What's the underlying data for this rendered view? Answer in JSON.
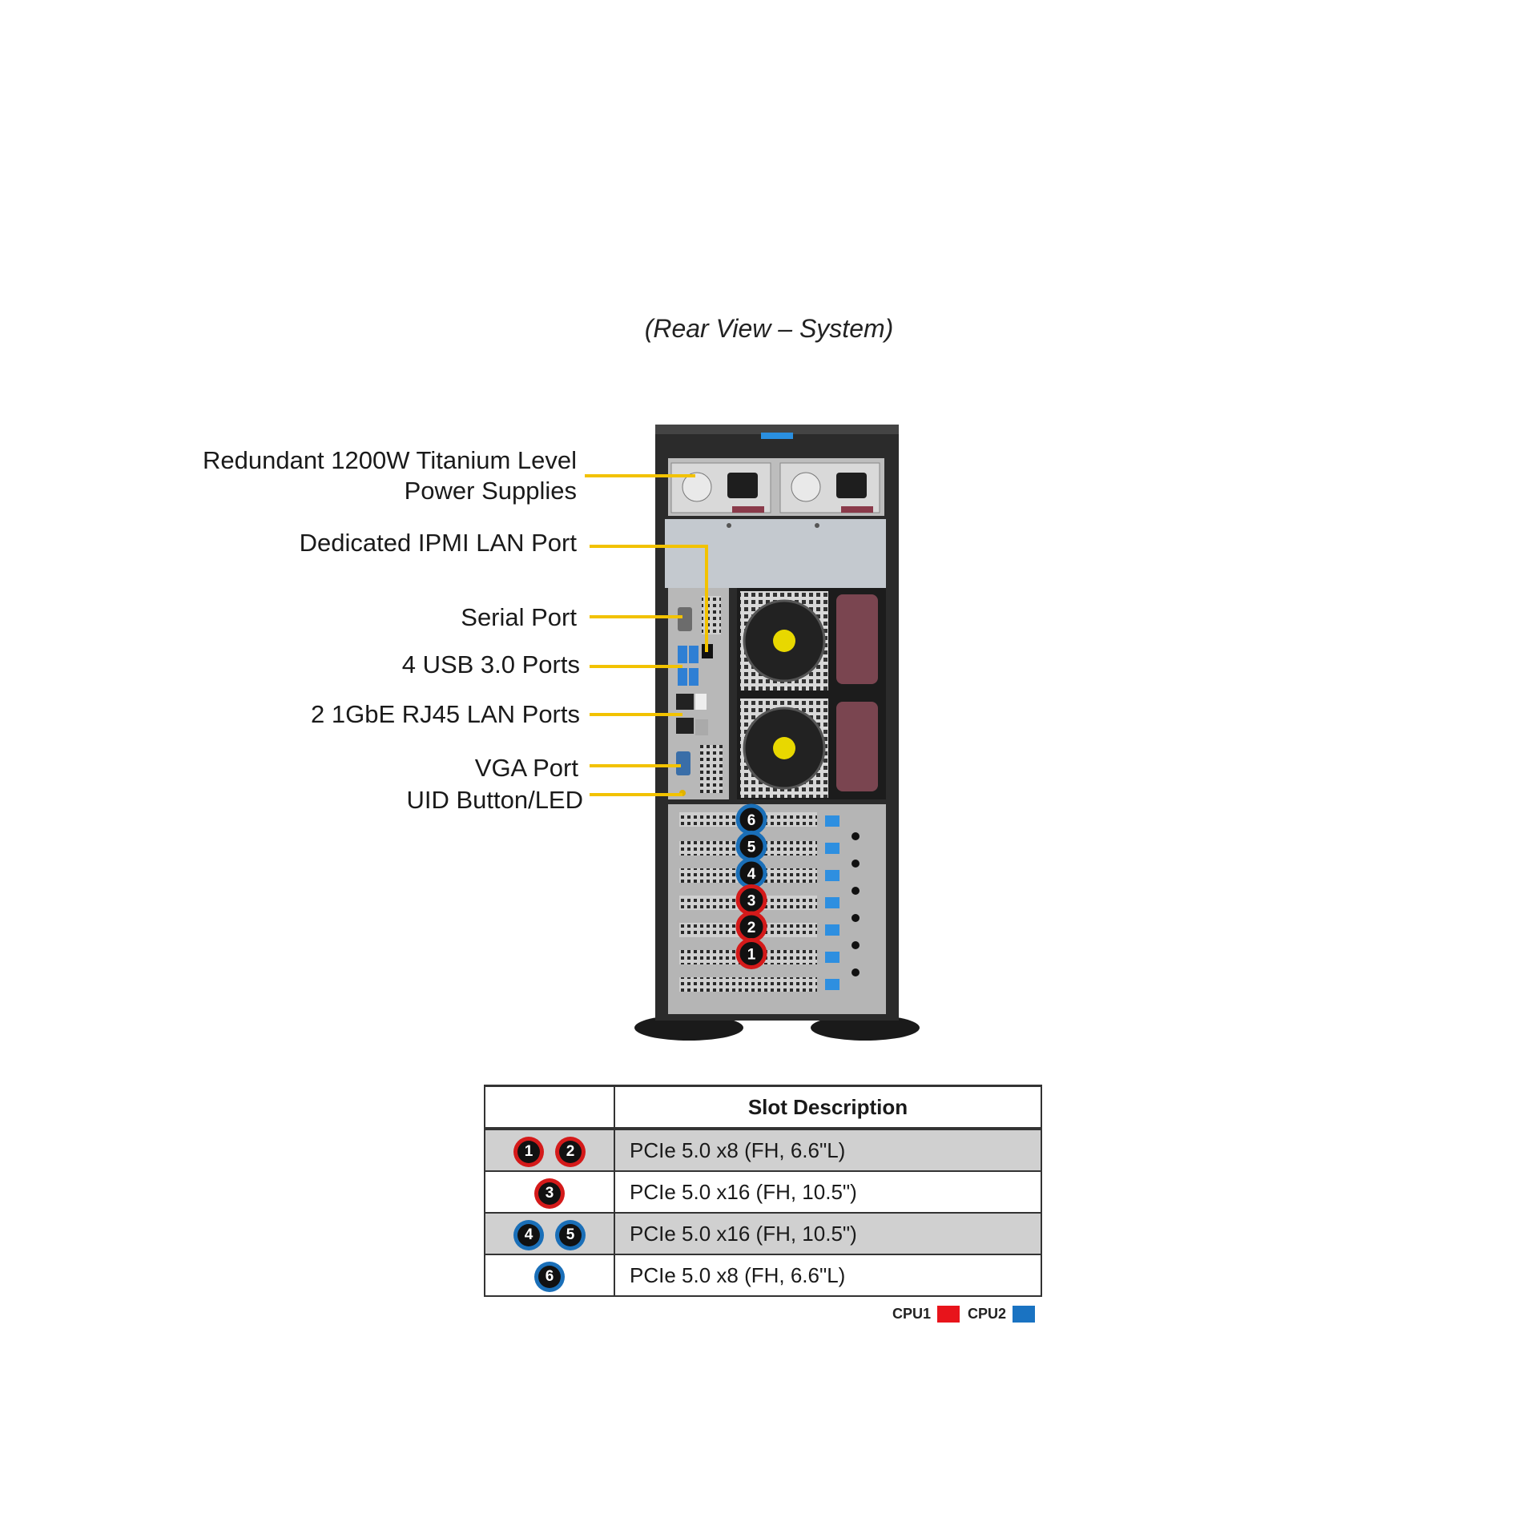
{
  "caption": "(Rear View – System)",
  "callouts": [
    {
      "id": "psu",
      "text": "Redundant 1200W Titanium Level\nPower Supplies"
    },
    {
      "id": "ipmi",
      "text": "Dedicated IPMI LAN Port"
    },
    {
      "id": "serial",
      "text": "Serial Port"
    },
    {
      "id": "usb",
      "text": "4 USB 3.0 Ports"
    },
    {
      "id": "lan",
      "text": "2 1GbE RJ45 LAN Ports"
    },
    {
      "id": "vga",
      "text": "VGA Port"
    },
    {
      "id": "uid",
      "text": "UID Button/LED"
    }
  ],
  "slots_on_chassis": [
    {
      "num": "6",
      "cpu": "CPU2"
    },
    {
      "num": "5",
      "cpu": "CPU2"
    },
    {
      "num": "4",
      "cpu": "CPU2"
    },
    {
      "num": "3",
      "cpu": "CPU1"
    },
    {
      "num": "2",
      "cpu": "CPU1"
    },
    {
      "num": "1",
      "cpu": "CPU1"
    }
  ],
  "table": {
    "header": "Slot Description",
    "rows": [
      {
        "slots": [
          "1",
          "2"
        ],
        "cpu": "CPU1",
        "desc": "PCIe 5.0 x8 (FH, 6.6\"L)"
      },
      {
        "slots": [
          "3"
        ],
        "cpu": "CPU1",
        "desc": "PCIe 5.0 x16 (FH, 10.5\")"
      },
      {
        "slots": [
          "4",
          "5"
        ],
        "cpu": "CPU2",
        "desc": "PCIe 5.0 x16 (FH, 10.5\")"
      },
      {
        "slots": [
          "6"
        ],
        "cpu": "CPU2",
        "desc": "PCIe 5.0 x8 (FH, 6.6\"L)"
      }
    ]
  },
  "legend": [
    {
      "label": "CPU1",
      "color": "#e8141b"
    },
    {
      "label": "CPU2",
      "color": "#1a73c2"
    }
  ],
  "colors": {
    "callout_line": "#f2c200",
    "cpu1_ring": "#d41a1a",
    "cpu2_ring": "#1a6fb8"
  }
}
